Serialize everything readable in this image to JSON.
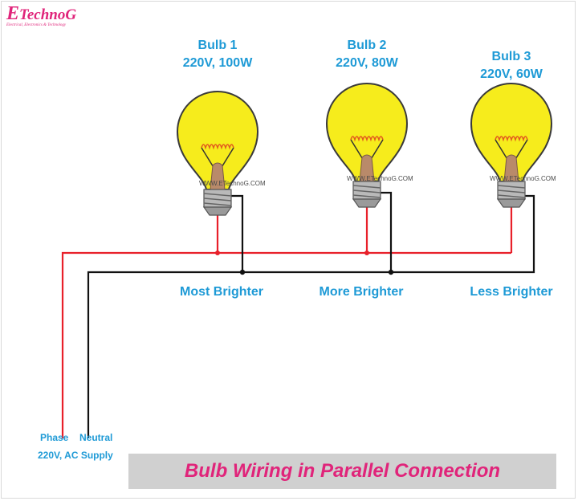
{
  "logo": {
    "brand": "ETechnoG",
    "tagline": "Electrical, Electronics & Technology"
  },
  "bulbs": [
    {
      "name": "Bulb 1",
      "spec": "220V, 100W",
      "brightness": "Most Brighter",
      "watermark": "WWW.ETechnoG.COM"
    },
    {
      "name": "Bulb 2",
      "spec": "220V, 80W",
      "brightness": "More Brighter",
      "watermark": "WWW.ETechnoG.COM"
    },
    {
      "name": "Bulb 3",
      "spec": "220V, 60W",
      "brightness": "Less Brighter",
      "watermark": "WWW.ETechnoG.COM"
    }
  ],
  "supply": {
    "phase": "Phase",
    "neutral": "Neutral",
    "label": "220V, AC Supply"
  },
  "banner": "Bulb Wiring in Parallel Connection",
  "colors": {
    "phase_wire": "#e8202a",
    "neutral_wire": "#111111",
    "bulb_glass": "#f6ec1c",
    "label_blue": "#1e9ad6",
    "title_pink": "#e0247a"
  }
}
